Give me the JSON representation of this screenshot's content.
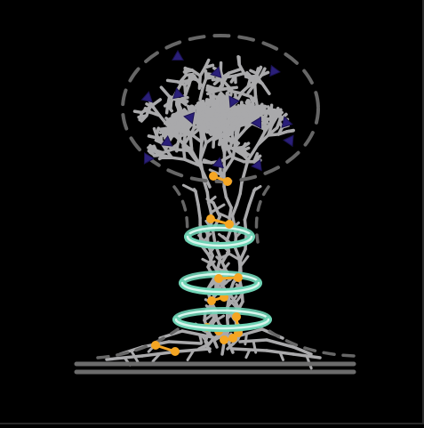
{
  "diagram": {
    "colors": {
      "background": "#000000",
      "branch": "#a9a9ab",
      "outline_dash": "#666666",
      "triangle": "#2a1f7a",
      "ring_fill": "#6fd3b5",
      "ring_glow": "#d9f7ee",
      "node": "#f5a623",
      "ground": "#6b6b6b"
    },
    "triangle_count": 14,
    "ring_count": 3,
    "node_pair_count": 8
  }
}
